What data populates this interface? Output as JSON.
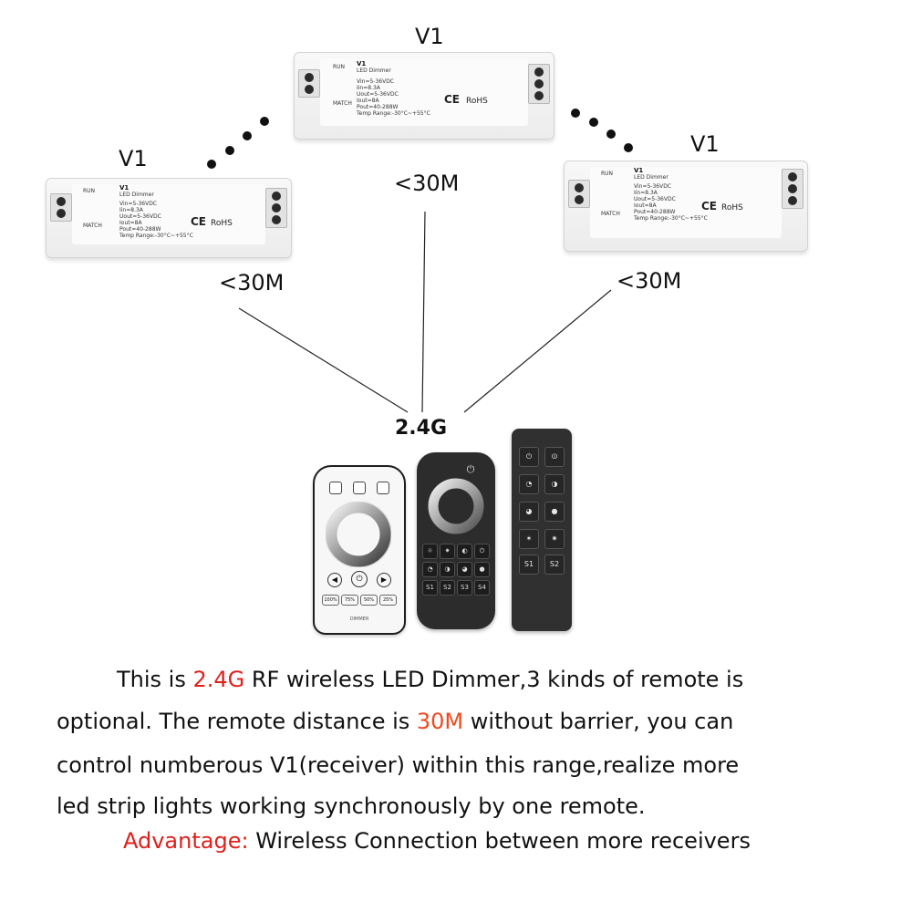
{
  "labels": {
    "receiver_top": "V1",
    "receiver_left": "V1",
    "receiver_right": "V1",
    "distance_center": "<30M",
    "distance_left": "<30M",
    "distance_right": "<30M",
    "frequency": "2.4G"
  },
  "module": {
    "title": "V1",
    "subtitle": "LED Dimmer",
    "run": "RUN",
    "match": "MATCH",
    "spec_1": "Vin=5-36VDC",
    "spec_2": "Iin=8.3A",
    "spec_3": "Uout=5-36VDC",
    "spec_4": "Iout=8A",
    "spec_5": "Pout=40-288W",
    "spec_6": "Temp Range:-30°C~+55°C",
    "ce": "CE",
    "rohs": "RoHS"
  },
  "remote_white": {
    "brand": "DIMMER",
    "presets": [
      "100%",
      "75%",
      "50%",
      "25%"
    ]
  },
  "remote_dark": {
    "scene_keys": [
      "S1",
      "S2",
      "S3",
      "S4"
    ]
  },
  "remote_bar": {
    "scene_keys": [
      "S1",
      "S2"
    ]
  },
  "description": {
    "line1_a": "This is ",
    "line1_hl": "2.4G",
    "line1_b": " RF wireless LED Dimmer,3 kinds of remote is",
    "line2_a": "optional.  The remote distance is ",
    "line2_hl": "30M",
    "line2_b": " without barrier, you can",
    "line3": "control numberous V1(receiver) within this range,realize more",
    "line4": "led strip lights working synchronously by one remote.",
    "adv_label": "Advantage:",
    "adv_text": " Wireless Connection between more receivers"
  },
  "colors": {
    "highlight_red": "#e0201b",
    "highlight_orange": "#f04a1e"
  }
}
